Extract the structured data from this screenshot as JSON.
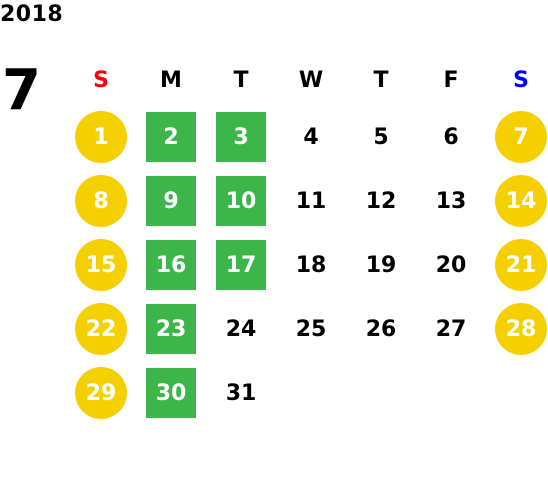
{
  "year": "2018",
  "month": "7",
  "weekdays": [
    {
      "label": "S",
      "color": "#ff0000"
    },
    {
      "label": "M",
      "color": "#000000"
    },
    {
      "label": "T",
      "color": "#000000"
    },
    {
      "label": "W",
      "color": "#000000"
    },
    {
      "label": "T",
      "color": "#000000"
    },
    {
      "label": "F",
      "color": "#000000"
    },
    {
      "label": "S",
      "color": "#0000ff"
    }
  ],
  "colors": {
    "weekend": "#f5d000",
    "highlight": "#3cb54a"
  },
  "weeks": [
    [
      {
        "day": "1",
        "style": "sun"
      },
      {
        "day": "2",
        "style": "green"
      },
      {
        "day": "3",
        "style": "green"
      },
      {
        "day": "4",
        "style": "plain"
      },
      {
        "day": "5",
        "style": "plain"
      },
      {
        "day": "6",
        "style": "plain"
      },
      {
        "day": "7",
        "style": "sat"
      }
    ],
    [
      {
        "day": "8",
        "style": "sun"
      },
      {
        "day": "9",
        "style": "green"
      },
      {
        "day": "10",
        "style": "green"
      },
      {
        "day": "11",
        "style": "plain"
      },
      {
        "day": "12",
        "style": "plain"
      },
      {
        "day": "13",
        "style": "plain"
      },
      {
        "day": "14",
        "style": "sat"
      }
    ],
    [
      {
        "day": "15",
        "style": "sun"
      },
      {
        "day": "16",
        "style": "green"
      },
      {
        "day": "17",
        "style": "green"
      },
      {
        "day": "18",
        "style": "plain"
      },
      {
        "day": "19",
        "style": "plain"
      },
      {
        "day": "20",
        "style": "plain"
      },
      {
        "day": "21",
        "style": "sat"
      }
    ],
    [
      {
        "day": "22",
        "style": "sun"
      },
      {
        "day": "23",
        "style": "green"
      },
      {
        "day": "24",
        "style": "plain"
      },
      {
        "day": "25",
        "style": "plain"
      },
      {
        "day": "26",
        "style": "plain"
      },
      {
        "day": "27",
        "style": "plain"
      },
      {
        "day": "28",
        "style": "sat"
      }
    ],
    [
      {
        "day": "29",
        "style": "sun"
      },
      {
        "day": "30",
        "style": "green"
      },
      {
        "day": "31",
        "style": "plain"
      }
    ]
  ]
}
